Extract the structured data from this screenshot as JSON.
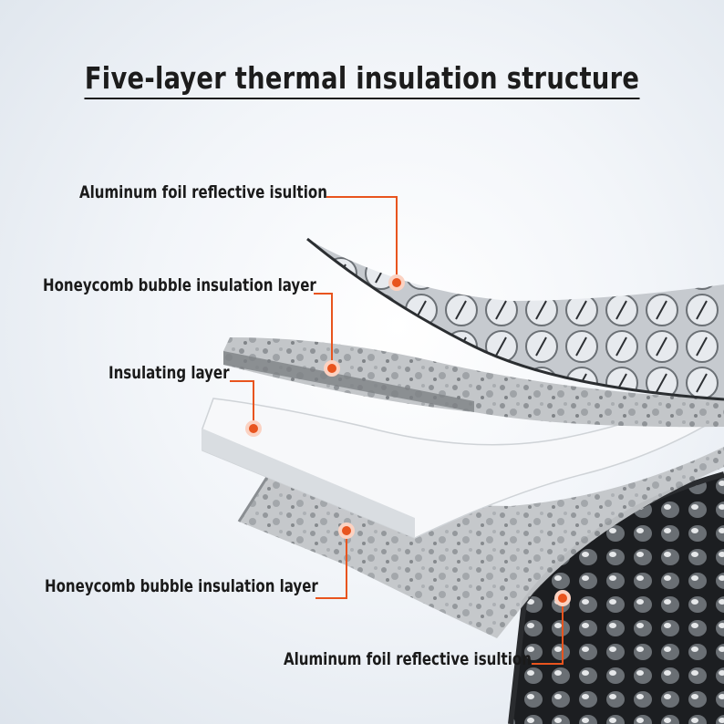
{
  "title": "Five-layer thermal insulation structure",
  "labels": {
    "top_foil": "Aluminum foil reflective isultion",
    "top_honeycomb": "Honeycomb bubble insulation layer",
    "insulating": "Insulating layer",
    "bottom_honeycomb": "Honeycomb bubble insulation layer",
    "bottom_foil": "Aluminum foil reflective isultion"
  },
  "colors": {
    "callout": "#e8541e",
    "text": "#1a1a1a"
  }
}
